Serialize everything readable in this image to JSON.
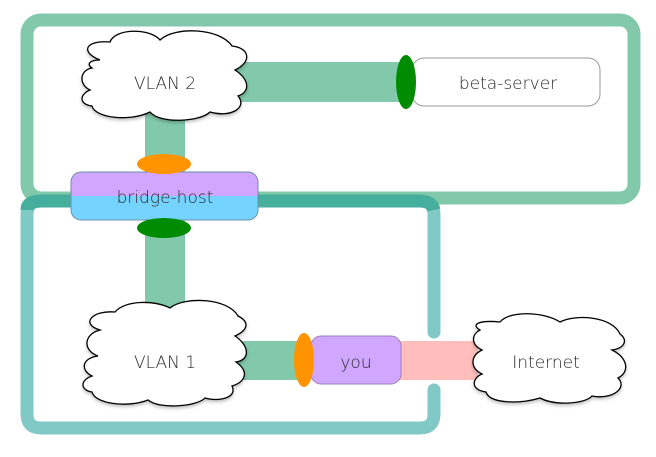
{
  "diagram": {
    "title": "",
    "colors": {
      "vlan2_loop": "#82c9ab",
      "vlan1_loop": "#80c9c6",
      "loop_overlap": "#45ae9c",
      "link_green": "#82c9ab",
      "link_internet": "#ffbdbb",
      "host_purple": "#d0a6ff",
      "host_blue": "#74d4ff",
      "port_orange": "#ff9400",
      "port_green": "#008b00",
      "node_border": "#8a8a8a",
      "cloud_fill": "#ffffff",
      "cloud_stroke": "#000000"
    },
    "nodes": {
      "vlan2": {
        "label": "VLAN 2",
        "kind": "cloud"
      },
      "vlan1": {
        "label": "VLAN 1",
        "kind": "cloud"
      },
      "internet": {
        "label": "Internet",
        "kind": "cloud"
      },
      "beta_server": {
        "label": "beta-server",
        "kind": "host"
      },
      "bridge_host": {
        "label": "bridge-host",
        "kind": "host"
      },
      "you": {
        "label": "you",
        "kind": "host"
      }
    },
    "ports": [
      {
        "host": "bridge-host",
        "network": "VLAN 2",
        "color": "orange"
      },
      {
        "host": "bridge-host",
        "network": "VLAN 1",
        "color": "green"
      },
      {
        "host": "beta-server",
        "network": "VLAN 2",
        "color": "green"
      },
      {
        "host": "you",
        "network": "VLAN 1",
        "color": "orange"
      }
    ],
    "links": [
      {
        "from": "VLAN 2",
        "to": "beta-server",
        "color": "green"
      },
      {
        "from": "VLAN 2",
        "to": "bridge-host",
        "color": "green"
      },
      {
        "from": "bridge-host",
        "to": "VLAN 1",
        "color": "green"
      },
      {
        "from": "VLAN 1",
        "to": "you",
        "color": "green"
      },
      {
        "from": "you",
        "to": "Internet",
        "color": "salmon"
      }
    ],
    "groups": [
      {
        "name": "vlan2-boundary",
        "members": [
          "VLAN 2",
          "beta-server",
          "bridge-host"
        ]
      },
      {
        "name": "vlan1-boundary",
        "members": [
          "VLAN 1",
          "bridge-host",
          "you"
        ]
      }
    ]
  }
}
